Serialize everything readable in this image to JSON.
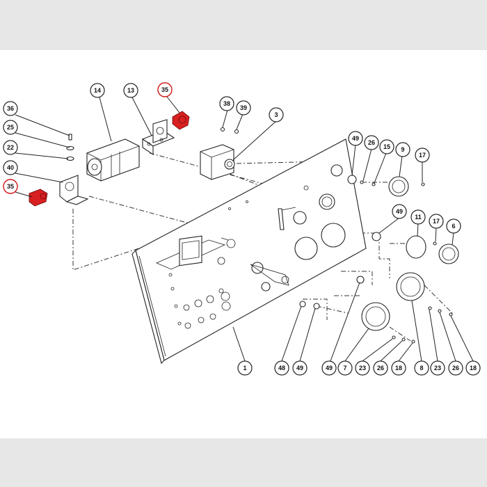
{
  "callouts": {
    "c14": "14",
    "c13": "13",
    "c35a": "35",
    "c36": "36",
    "c25": "25",
    "c22": "22",
    "c40": "40",
    "c35b": "35",
    "c38": "38",
    "c39": "39",
    "c3": "3",
    "c49a": "49",
    "c26a": "26",
    "c15": "15",
    "c9": "9",
    "c17a": "17",
    "c49b": "49",
    "c11": "11",
    "c17b": "17",
    "c6": "6",
    "c1": "1",
    "c48": "48",
    "c49c": "49",
    "c49d": "49",
    "c7": "7",
    "c23a": "23",
    "c26b": "26",
    "c18a": "18",
    "c8": "8",
    "c23b": "23",
    "c26c": "26",
    "c18b": "18"
  },
  "colors": {
    "background": "#e7e7e7",
    "canvas": "#ffffff",
    "line": "#222222",
    "highlight_part": "#d92020",
    "highlight_ring": "#d01818"
  }
}
